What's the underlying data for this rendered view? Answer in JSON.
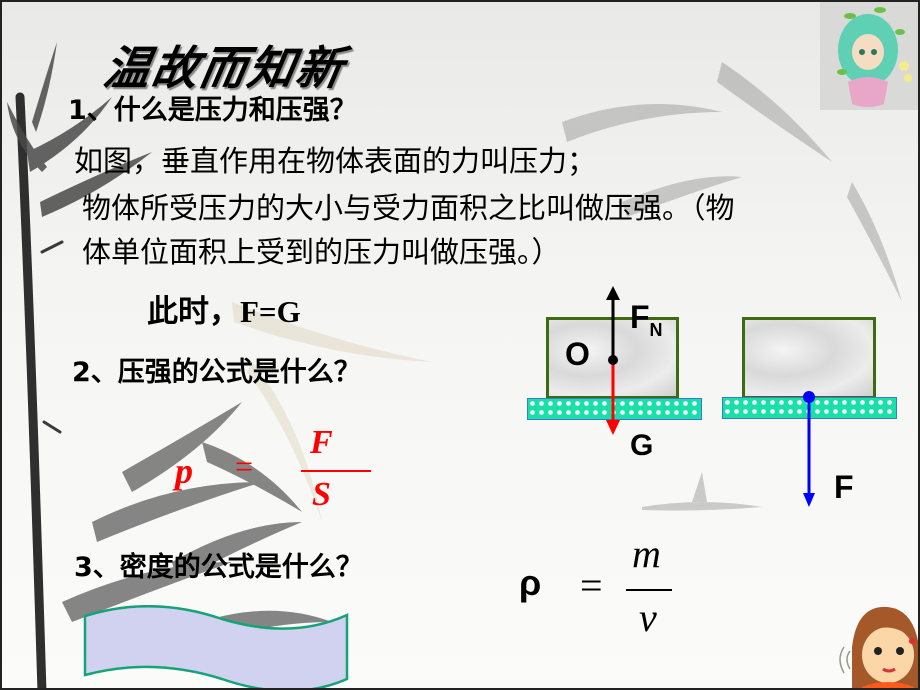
{
  "slide": {
    "title": "温故而知新",
    "q1": "1、什么是压力和压强？",
    "a1_line1": "如图，垂直作用在物体表面的力叫压力；",
    "a1_line2": "物体所受压力的大小与受力面积之比叫做压强。（物",
    "a1_line3": "体单位面积上受到的压力叫做压强。）",
    "equality": "此时，F=G",
    "q2": "2、压强的公式是什么？",
    "q3": "3、密度的公式是什么？"
  },
  "pressure_formula": {
    "lhs": "p",
    "eq": "=",
    "numerator": "F",
    "denominator": "S",
    "color": "#ff0000"
  },
  "density_formula": {
    "lhs": "ρ",
    "eq": "=",
    "numerator": "m",
    "denominator": "v"
  },
  "diagram_left": {
    "support_force_label": "F",
    "support_force_sub": "N",
    "center_label": "O",
    "gravity_label": "G",
    "gravity_color": "#ff0000",
    "support_color": "#000000"
  },
  "diagram_right": {
    "pressure_force_label": "F",
    "pressure_color": "#0000ff"
  },
  "colors": {
    "block_border": "#3d6b12",
    "floor": "#19e0a8",
    "banner_fill": "#d0d2f0",
    "banner_border": "#16a37a"
  }
}
